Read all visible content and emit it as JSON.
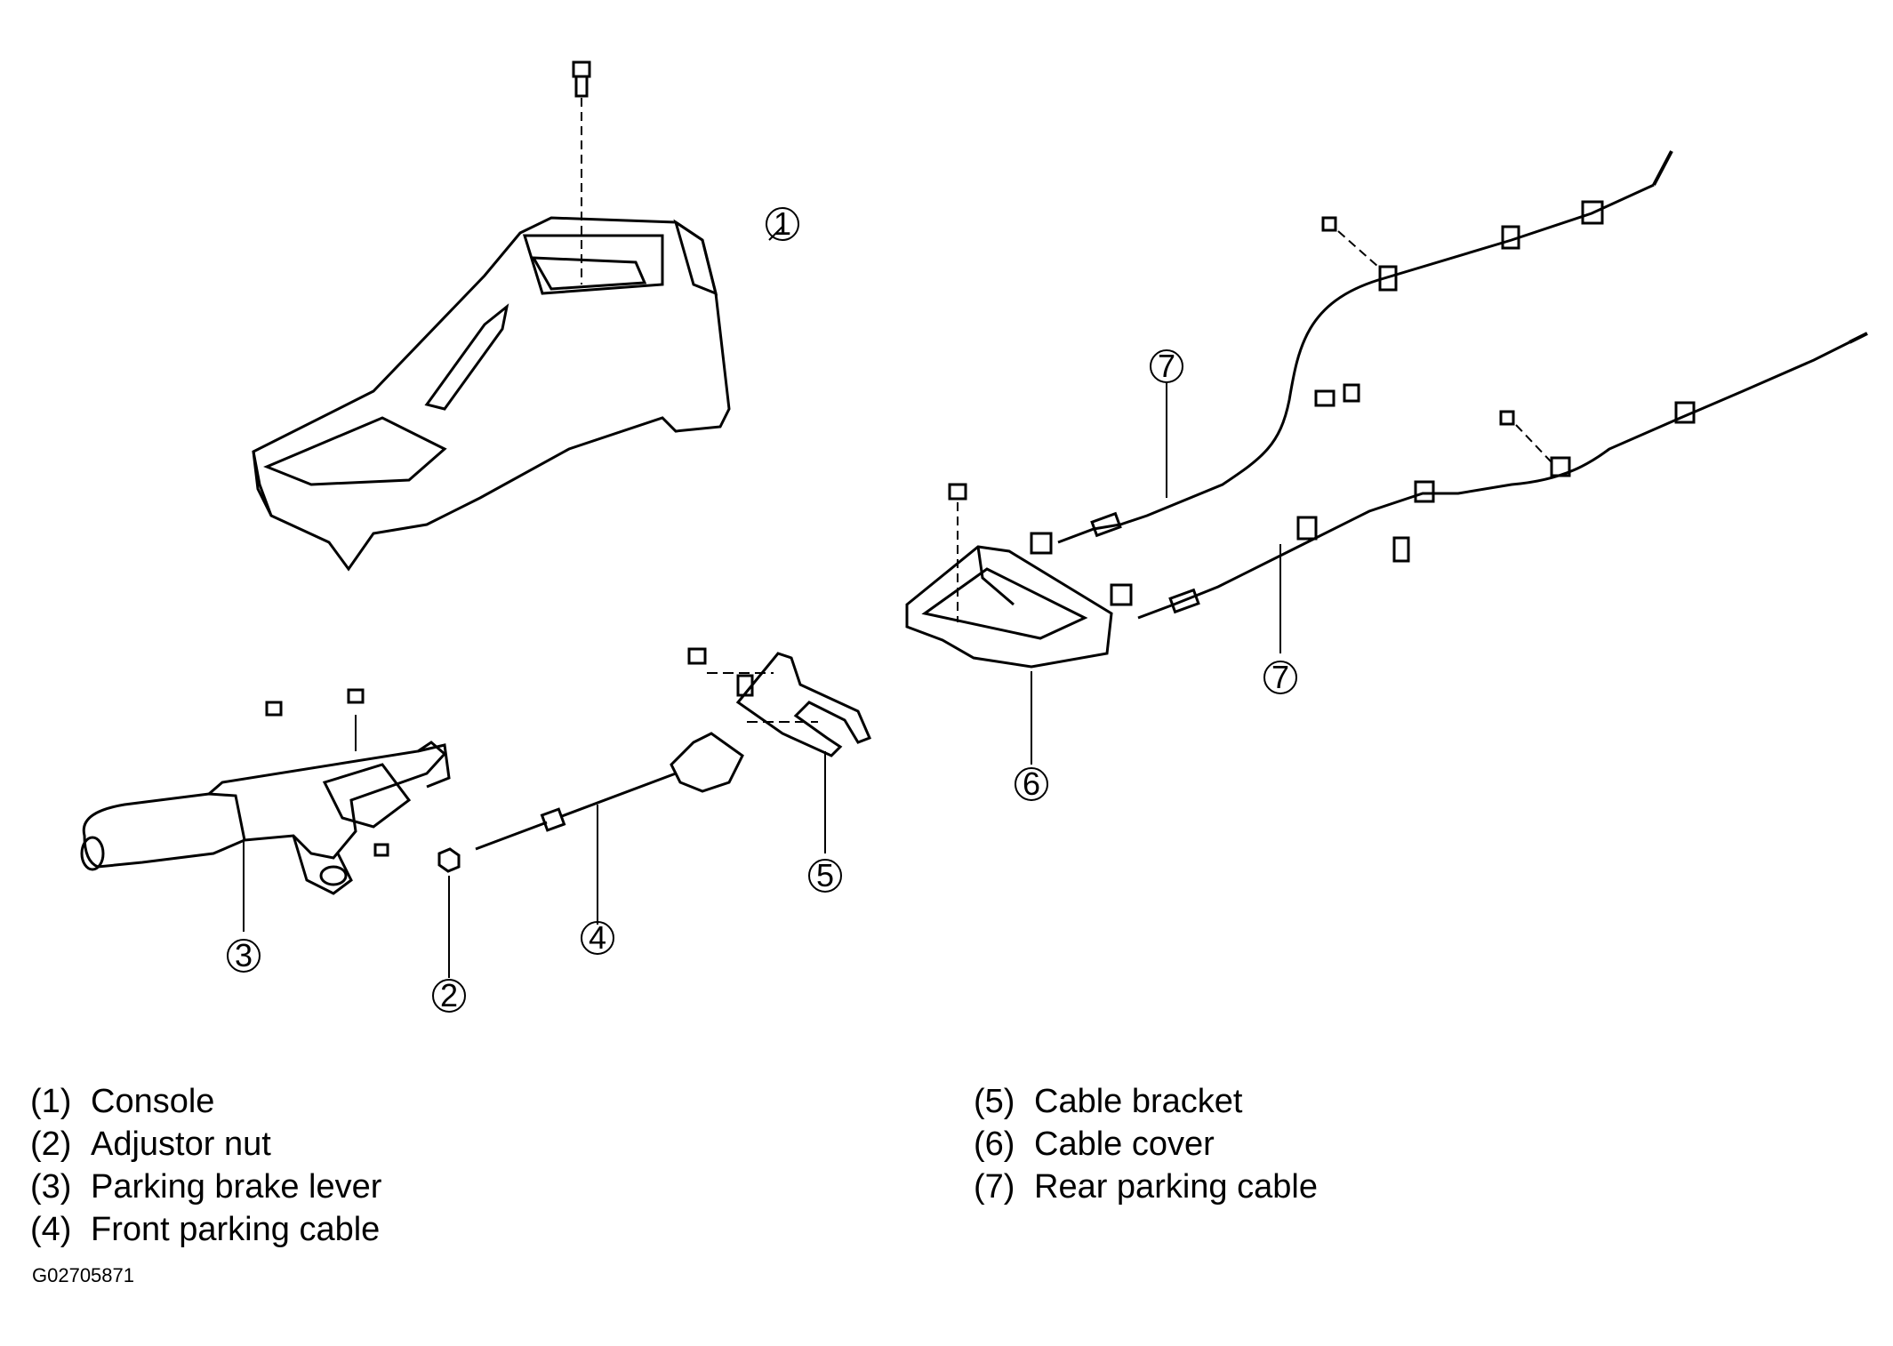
{
  "callouts": [
    "1",
    "2",
    "3",
    "4",
    "5",
    "6",
    "7",
    "7"
  ],
  "legend": [
    {
      "num": "(1)",
      "label": "Console"
    },
    {
      "num": "(2)",
      "label": "Adjustor nut"
    },
    {
      "num": "(3)",
      "label": "Parking brake lever"
    },
    {
      "num": "(4)",
      "label": "Front parking cable"
    },
    {
      "num": "(5)",
      "label": "Cable bracket"
    },
    {
      "num": "(6)",
      "label": "Cable cover"
    },
    {
      "num": "(7)",
      "label": "Rear parking cable"
    }
  ],
  "figure_id": "G02705871"
}
